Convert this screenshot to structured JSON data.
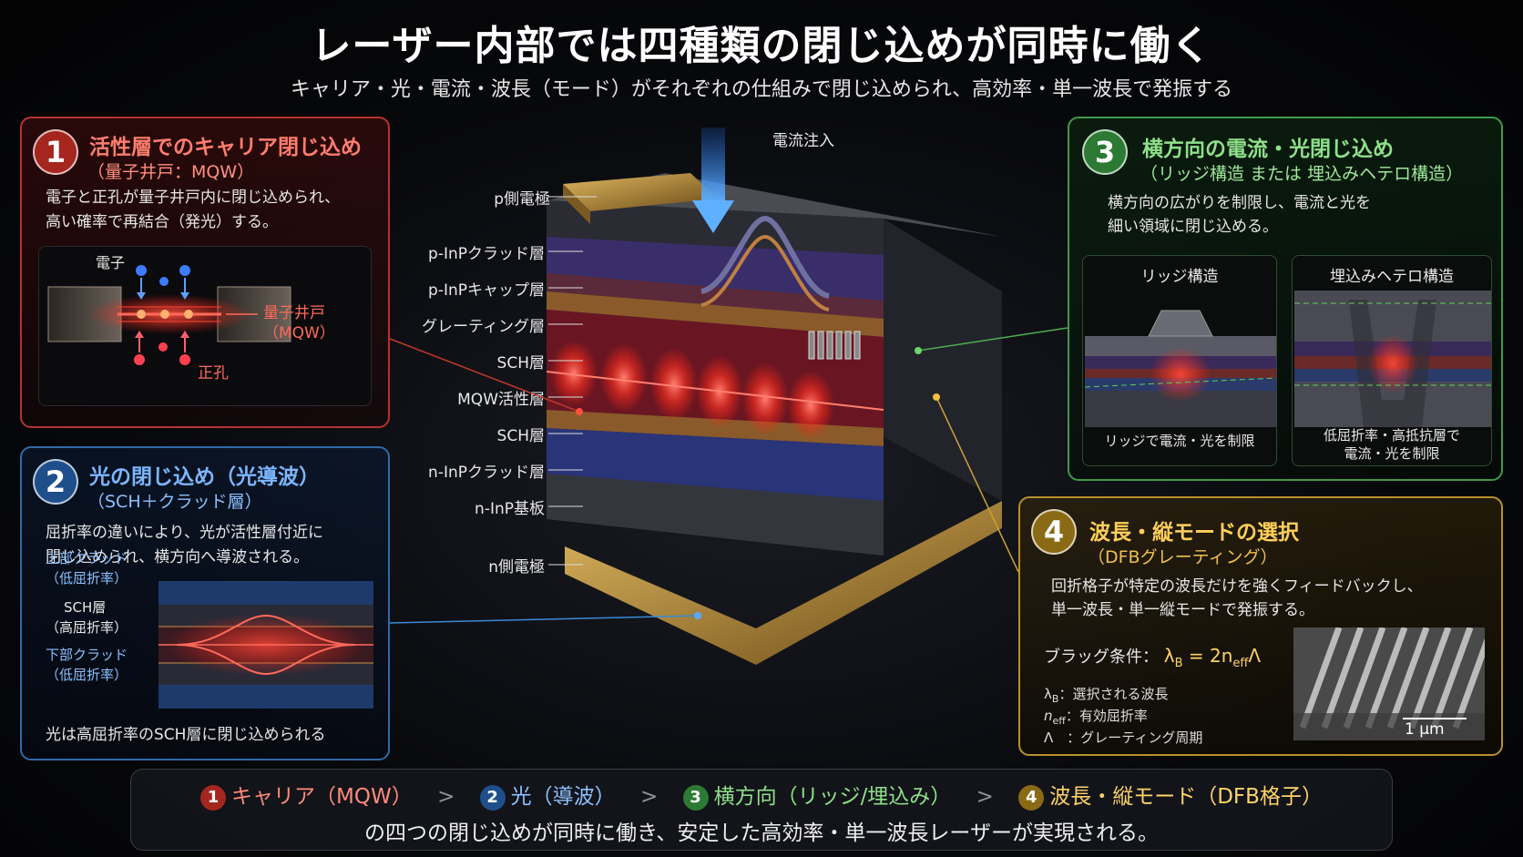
{
  "title": "レーザー内部では四種類の閉じ込めが同時に働く",
  "subtitle": "キャリア・光・電流・波長（モード）がそれぞれの仕組みで閉じ込められ、高効率・単一波長で発振する",
  "panel1": {
    "number": "1",
    "title": "活性層でのキャリア閉じ込め",
    "sub": "（量子井戸：MQW）",
    "text1": "電子と正孔が量子井戸内に閉じ込められ、",
    "text2": "高い確率で再結合（発光）する。",
    "electron": "電子",
    "qw1": "量子井戸",
    "qw2": "（MQW）",
    "hole": "正孔"
  },
  "panel2": {
    "number": "2",
    "title": "光の閉じ込め（光導波）",
    "sub": "（SCH＋クラッド層）",
    "text1": "屈折率の違いにより、光が活性層付近に",
    "text2": "閉じ込められ、横方向へ導波される。",
    "upper1": "上部クラッド",
    "upper2": "（低屈折率）",
    "sch1": "SCH層",
    "sch2": "（高屈折率）",
    "lower1": "下部クラッド",
    "lower2": "（低屈折率）",
    "caption": "光は高屈折率のSCH層に閉じ込められる"
  },
  "panel3": {
    "number": "3",
    "title": "横方向の電流・光閉じ込め",
    "sub": "（リッジ構造 または 埋込みヘテロ構造）",
    "text1": "横方向の広がりを制限し、電流と光を",
    "text2": "細い領域に閉じ込める。",
    "ridge_title": "リッジ構造",
    "ridge_caption": "リッジで電流・光を制限",
    "bh_title": "埋込みヘテロ構造",
    "bh_caption1": "低屈折率・高抵抗層で",
    "bh_caption2": "電流・光を制限"
  },
  "panel4": {
    "number": "4",
    "title": "波長・縦モードの選択",
    "sub": "（DFBグレーティング）",
    "text1": "回折格子が特定の波長だけを強くフィードバックし、",
    "text2": "単一波長・単一縦モードで発振する。",
    "bragg_label": "ブラッグ条件：",
    "lambda_b": "λ",
    "lambda_b_sub": "B",
    "eq": " = 2n",
    "eq_sub": "eff",
    "eq_end": "Λ",
    "def1_sub": "B",
    "def1": "：選択される波長",
    "def2_n": "n",
    "def2_sub": "eff",
    "def2": "：有効屈折率",
    "def3": "Λ　：グレーティング周期",
    "scale": "1 µm"
  },
  "diagram": {
    "current": "電流注入",
    "layers": [
      "p側電極",
      "p-InPクラッド層",
      "p-InPキャップ層",
      "グレーティング層",
      "SCH層",
      "MQW活性層",
      "SCH層",
      "n-InPクラッド層",
      "n-InP基板",
      "n側電極"
    ]
  },
  "bottom": {
    "item1": "キャリア（MQW）",
    "item2": "光（導波）",
    "item3": "横方向（リッジ/埋込み）",
    "item4": "波長・縦モード（DFB格子）",
    "sep": ">",
    "line2": "の四つの閉じ込めが同時に働き、安定した高効率・単一波長レーザーが実現される。"
  },
  "colors": {
    "red": "#b8322e",
    "blue": "#2f6aa8",
    "green": "#3f9a4a",
    "gold": "#b8902c"
  }
}
